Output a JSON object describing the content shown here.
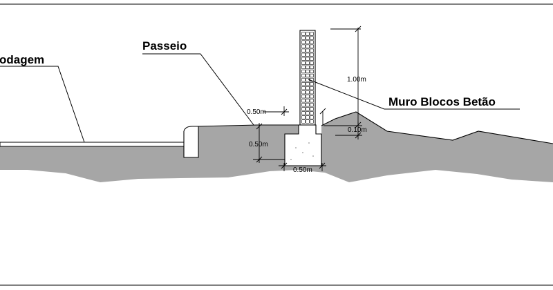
{
  "labels": {
    "rodagem": "odagem",
    "passeio": "Passeio",
    "muro": "Muro Blocos Betão"
  },
  "dimensions": {
    "passeio_width": "0.50m",
    "foundation_height": "0.50m",
    "foundation_width": "0.50m",
    "wall_height": "1.00m",
    "mound_offset": "0.10m"
  },
  "colors": {
    "ground": "#a6a6a6",
    "line": "#000000",
    "background": "#ffffff"
  }
}
